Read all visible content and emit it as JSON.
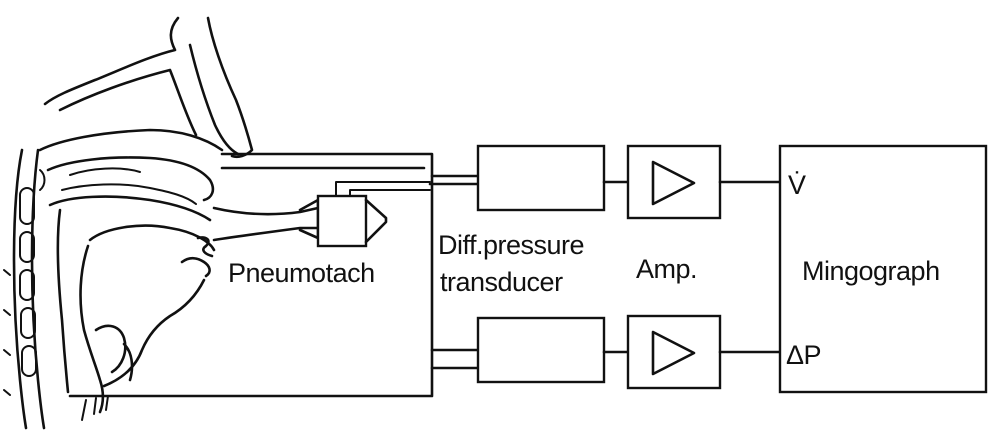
{
  "diagram": {
    "labels": {
      "pneumotach": "Pneumotach",
      "transducer_line1": "Diff.pressure",
      "transducer_line2": "transducer",
      "amp": "Amp.",
      "recorder": "Mingograph",
      "flow_channel": "V̇",
      "pressure_channel": "ΔP"
    },
    "blocks": [
      "Pneumotach",
      "Diff.pressure transducer",
      "Amp.",
      "Mingograph"
    ],
    "stroke_color": "#111111",
    "background_color": "#ffffff"
  }
}
